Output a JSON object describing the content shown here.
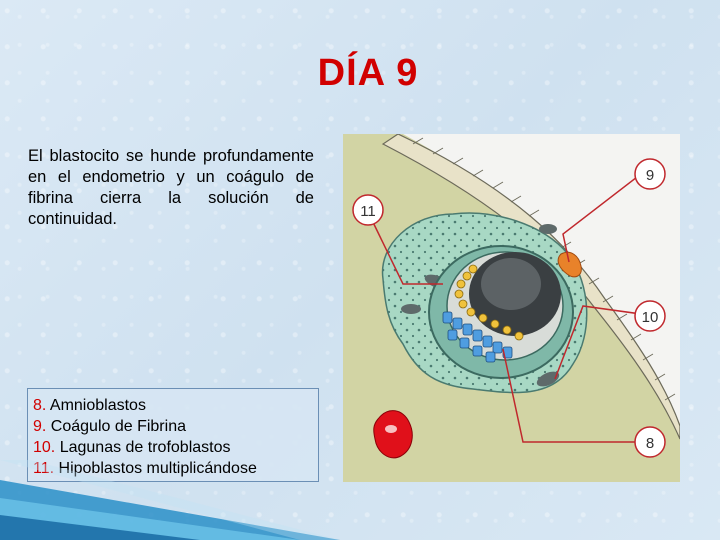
{
  "title": "DÍA 9",
  "description": "El blastocito se hunde profundamente en el endometrio y un coágulo de fibrina cierra la solución de continuidad.",
  "legend": [
    {
      "num": "8.",
      "text": " Amnioblastos"
    },
    {
      "num": "9.",
      "text": " Coágulo de Fibrina"
    },
    {
      "num": "10.",
      "text": " Lagunas de trofoblastos"
    },
    {
      "num": "11.",
      "text": " Hipoblastos multiplicándose"
    }
  ],
  "callouts": {
    "c9": "9",
    "c10": "10",
    "c11": "11",
    "c8": "8"
  },
  "colors": {
    "title": "#d10000",
    "callout_line": "#c0282d",
    "tissue": "#d2d4a4",
    "trophoblast": "#a8d8c4",
    "amnion": "#f0c23c",
    "hypoblast": "#4f9de0"
  }
}
